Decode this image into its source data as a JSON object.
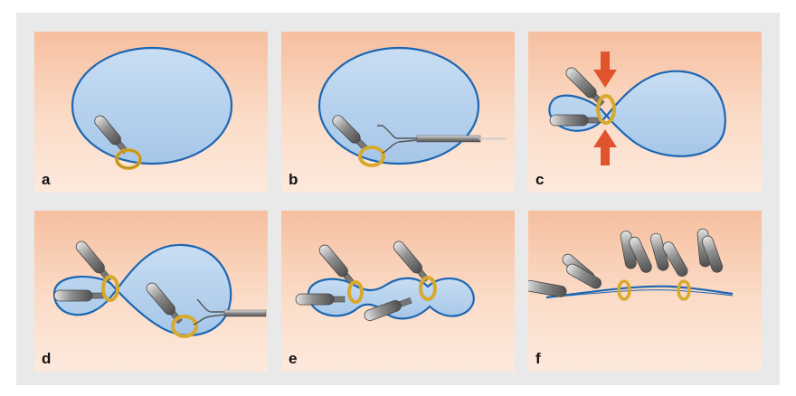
{
  "panels": [
    {
      "id": "a",
      "label": "a"
    },
    {
      "id": "b",
      "label": "b"
    },
    {
      "id": "c",
      "label": "c"
    },
    {
      "id": "d",
      "label": "d"
    },
    {
      "id": "e",
      "label": "e"
    },
    {
      "id": "f",
      "label": "f"
    }
  ],
  "colors": {
    "panel_bg_top": "#f8c8ab",
    "panel_bg_bottom": "#fde6d8",
    "fluid_fill": "#b6d3ef",
    "fluid_stroke": "#1d66b3",
    "ring": "#d8a92c",
    "arrow": "#e0532c",
    "instrument": "#9a9a9a"
  }
}
